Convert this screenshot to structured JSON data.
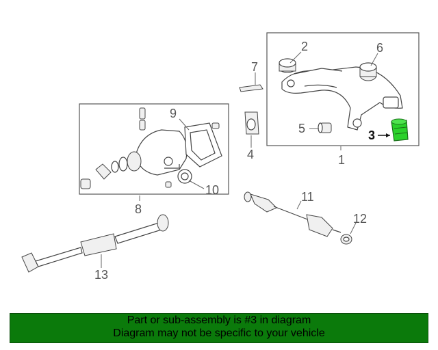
{
  "callouts": [
    "1",
    "2",
    "3",
    "4",
    "5",
    "6",
    "7",
    "8",
    "9",
    "10",
    "11",
    "12",
    "13"
  ],
  "highlighted_part": "3",
  "colors": {
    "footer_bg": "#0b7a0b",
    "highlight": "#2bd12b",
    "line": "#444444",
    "label": "#555555"
  },
  "footer": {
    "line1": "Part or sub-assembly is #3 in diagram",
    "line2": "Diagram may not be specific to your vehicle"
  }
}
